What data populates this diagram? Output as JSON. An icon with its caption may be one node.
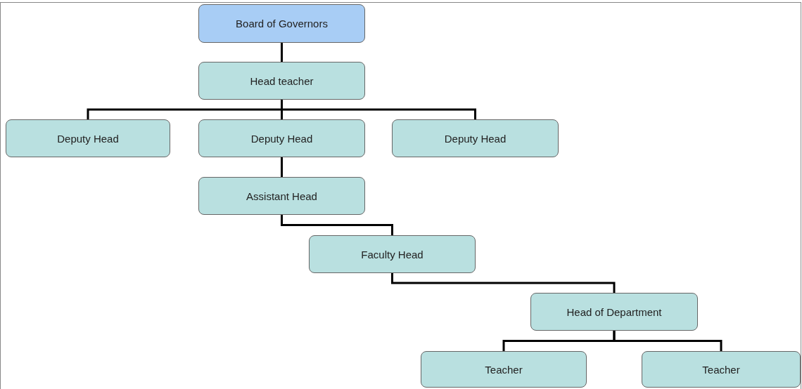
{
  "diagram": {
    "nodes": [
      {
        "text": [
          "Board of Governors"
        ]
      },
      {
        "text": [
          "Head teacher"
        ]
      },
      {
        "text": [
          "Deputy Head"
        ]
      },
      {
        "text": [
          "Deputy Head"
        ]
      },
      {
        "text": [
          "Deputy Head"
        ]
      },
      {
        "text": [
          "Assistant Head"
        ]
      },
      {
        "text": [
          "Faculty Head"
        ]
      },
      {
        "text": [
          "Head of Department"
        ]
      },
      {
        "text": [
          "Teacher"
        ]
      },
      {
        "text": [
          "Teacher"
        ]
      }
    ],
    "edges": [
      {
        "from": 0,
        "to": 1,
        "arrow": "none"
      },
      {
        "from": 1,
        "to": 2,
        "arrow": "none"
      },
      {
        "from": 1,
        "to": 3,
        "arrow": "none"
      },
      {
        "from": 1,
        "to": 4,
        "arrow": "none"
      },
      {
        "from": 3,
        "to": 5,
        "arrow": "none"
      },
      {
        "from": 5,
        "to": 6,
        "arrow": "none"
      },
      {
        "from": 6,
        "to": 7,
        "arrow": "none"
      },
      {
        "from": 7,
        "to": 8,
        "arrow": "none"
      },
      {
        "from": 7,
        "to": 9,
        "arrow": "none"
      }
    ]
  }
}
